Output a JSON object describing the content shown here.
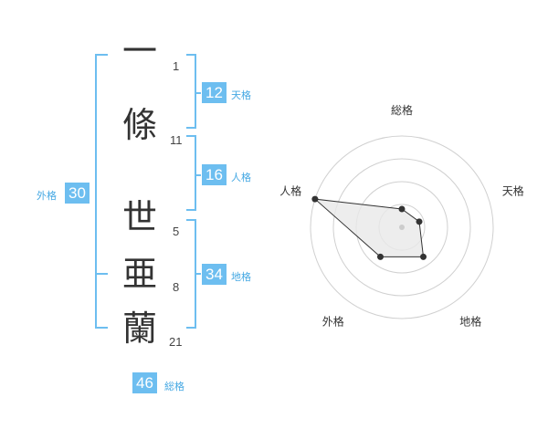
{
  "characters": [
    {
      "char": "一",
      "strokes": "1"
    },
    {
      "char": "條",
      "strokes": "11"
    },
    {
      "char": "世",
      "strokes": "5"
    },
    {
      "char": "亜",
      "strokes": "8"
    },
    {
      "char": "蘭",
      "strokes": "21"
    }
  ],
  "kaku": {
    "tenkaku": {
      "label": "天格",
      "value": "12"
    },
    "jinkaku": {
      "label": "人格",
      "value": "16"
    },
    "chikaku": {
      "label": "地格",
      "value": "34"
    },
    "gaikaku": {
      "label": "外格",
      "value": "30"
    },
    "soukaku": {
      "label": "総格",
      "value": "46"
    }
  },
  "colors": {
    "accent": "#6dbef0",
    "accent_text": "#45a8e3",
    "kanji": "#333333",
    "radar_fill": "#e8e8e8",
    "radar_point": "#333333",
    "radar_grid": "#d0d0d0"
  },
  "chart_data": {
    "type": "radar",
    "axes": [
      "総格",
      "天格",
      "地格",
      "外格",
      "人格"
    ],
    "values": [
      0.2,
      0.2,
      0.4,
      0.4,
      1.0
    ],
    "max": 1.0,
    "rings": 4
  }
}
